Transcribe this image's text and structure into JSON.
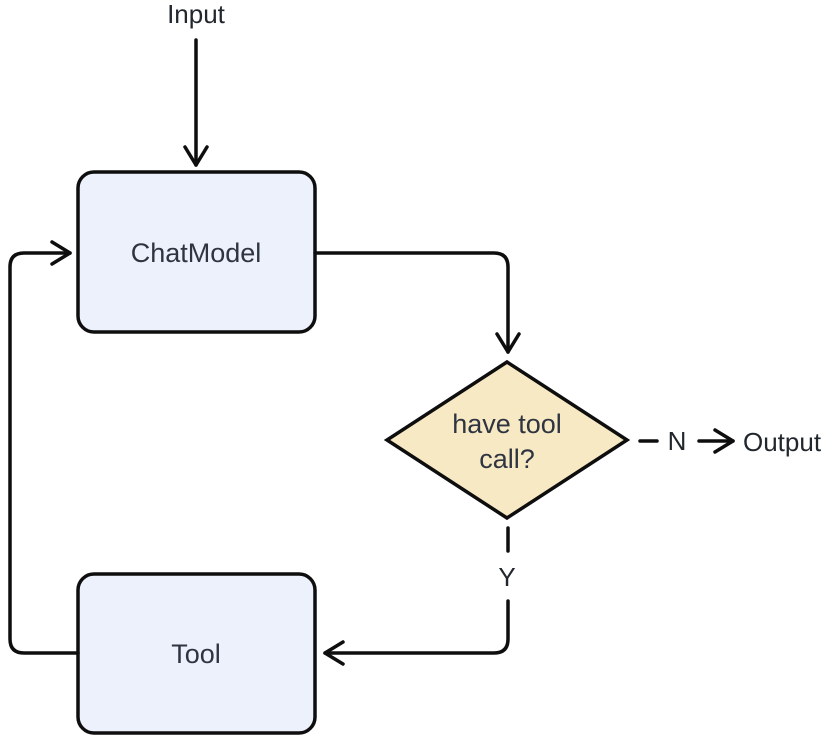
{
  "diagram": {
    "type": "flowchart",
    "background": "#ffffff",
    "colors": {
      "stroke": "#0e0e0e",
      "text": "#22272e",
      "node_text": "#2e3440",
      "process_fill": "#ECF1FB",
      "decision_fill": "#F8E9C5"
    },
    "nodes": {
      "input": {
        "label": "Input"
      },
      "chat_model": {
        "label": "ChatModel"
      },
      "decision": {
        "label_line1": "have tool",
        "label_line2": "call?"
      },
      "tool": {
        "label": "Tool"
      },
      "output": {
        "label": "Output"
      }
    },
    "edges": {
      "input_to_chatmodel": {
        "from": "Input",
        "to": "ChatModel"
      },
      "chatmodel_to_decision": {
        "from": "ChatModel",
        "to": "have tool call?"
      },
      "decision_no": {
        "label": "N",
        "to": "Output"
      },
      "decision_yes": {
        "label": "Y",
        "to": "Tool"
      },
      "tool_to_chatmodel": {
        "from": "Tool",
        "to": "ChatModel"
      }
    }
  }
}
